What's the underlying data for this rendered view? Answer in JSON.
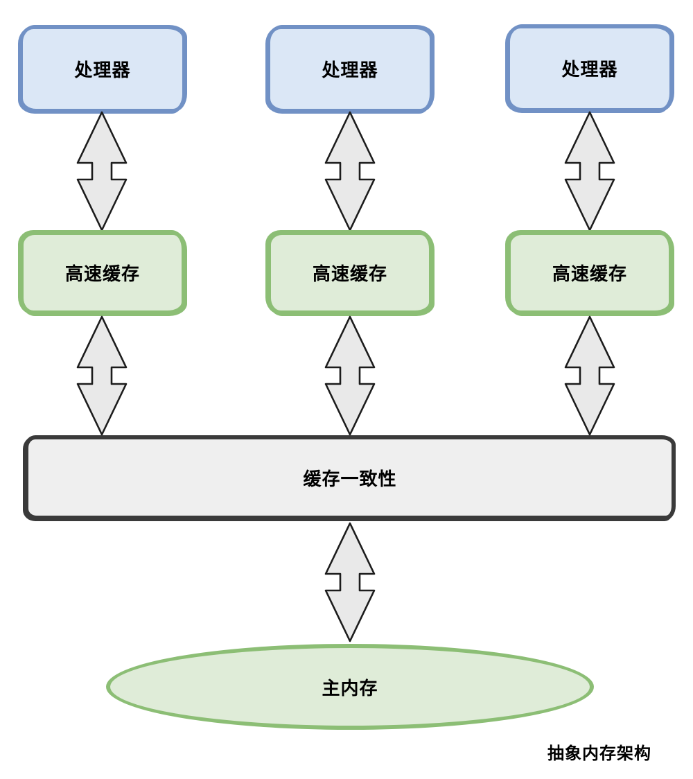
{
  "diagram": {
    "title_caption": "抽象内存架构",
    "processors": [
      {
        "label": "处理器"
      },
      {
        "label": "处理器"
      },
      {
        "label": "处理器"
      }
    ],
    "caches": [
      {
        "label": "高速缓存"
      },
      {
        "label": "高速缓存"
      },
      {
        "label": "高速缓存"
      }
    ],
    "coherence": {
      "label": "缓存一致性"
    },
    "memory": {
      "label": "主内存"
    },
    "arrows": {
      "type": "bidirectional-vertical",
      "count": 7
    }
  },
  "colors": {
    "processor_fill": "#dbe7f6",
    "processor_border": "#7191c5",
    "cache_fill": "#dfecd8",
    "cache_border": "#8cbe75",
    "bar_fill": "#efefef",
    "bar_border": "#3a3a3a",
    "arrow_fill": "#e9e9e9",
    "arrow_border": "#1c1c1c",
    "text": "#000000",
    "canvas_bg": "#ffffff"
  }
}
